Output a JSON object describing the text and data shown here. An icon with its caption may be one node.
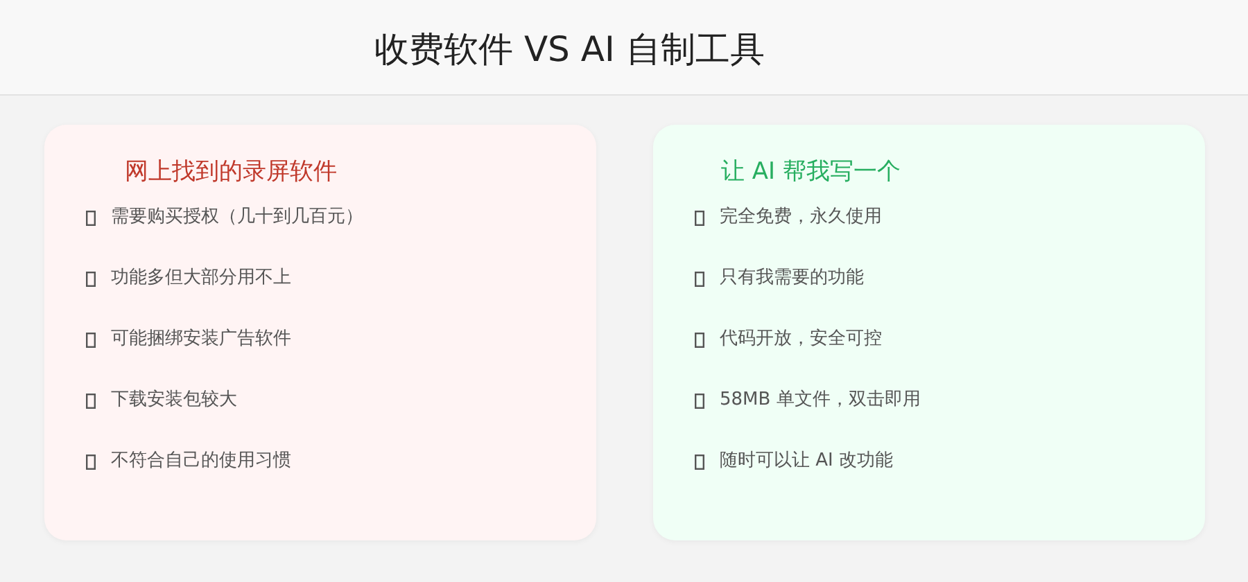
{
  "diagram": {
    "title": "收费软件 VS AI 自制工具",
    "nodes": [
      {
        "text": [
          "网上找到的录屏软件",
          "需要购买授权（几十到几百元）",
          "功能多但大部分用不上",
          "可能捆绑安装广告软件",
          "下载安装包较大",
          "不符合自己的使用习惯"
        ]
      },
      {
        "text": [
          "让 AI 帮我写一个",
          "完全免费，永久使用",
          "只有我需要的功能",
          "代码开放，安全可控",
          "58MB 单文件，双击即用",
          "随时可以让 AI 改功能"
        ]
      }
    ]
  }
}
